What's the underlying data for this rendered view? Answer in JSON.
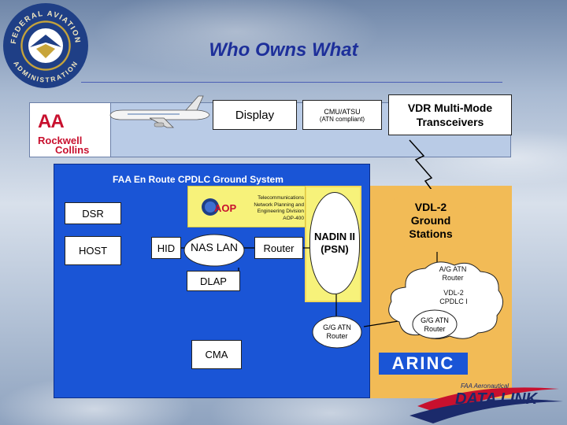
{
  "title": "Who Owns What",
  "aircraft": {
    "display": "Display",
    "cmu_line1": "CMU/ATSU",
    "cmu_line2": "(ATN compliant)",
    "vdr_line1": "VDR Multi-Mode",
    "vdr_line2": "Transceivers",
    "logo_aa": "AA",
    "logo_rockwell": "Rockwell",
    "logo_collins": "Collins"
  },
  "faa_ground": {
    "title": "FAA En Route CPDLC Ground System",
    "dsr": "DSR",
    "host": "HOST",
    "hid": "HID",
    "nas_lan": "NAS LAN",
    "router": "Router",
    "dlap": "DLAP",
    "cma": "CMA",
    "aop_logo": "AOP",
    "aop_line1": "Telecommunications",
    "aop_line2": "Network Planning and",
    "aop_line3": "Engineering Division",
    "aop_line4": "AOP-400"
  },
  "nadin": {
    "line1": "NADIN II",
    "line2": "(PSN)"
  },
  "gg_router_left": {
    "line1": "G/G ATN",
    "line2": "Router"
  },
  "arinc": {
    "vdl2_line1": "VDL-2",
    "vdl2_line2": "Ground",
    "vdl2_line3": "Stations",
    "ag_line1": "A/G ATN",
    "ag_line2": "Router",
    "cpdlc_line1": "VDL-2",
    "cpdlc_line2": "CPDLC I",
    "gg_line1": "G/G ATN",
    "gg_line2": "Router",
    "logo": "ARINC"
  },
  "footer": {
    "line1": "FAA Aeronautical",
    "line2": "DATA LINK"
  },
  "seal": {
    "top_text": "FEDERAL AVIATION",
    "bottom_text": "ADMINISTRATION"
  },
  "colors": {
    "title": "#1d2f9a",
    "faa_ground": "#1a55d6",
    "arinc_panel": "#f2bb56",
    "yellow_panel": "#f7f27a",
    "cockpit": "#b9cbe6"
  }
}
